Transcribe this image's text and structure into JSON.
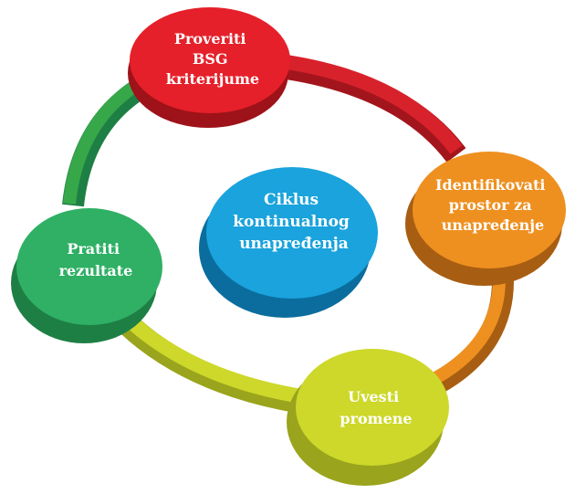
{
  "center": {
    "lines": [
      "Ciklus",
      "kontinualnog",
      "unapređenja"
    ],
    "color": "#1aa3dc"
  },
  "steps": [
    {
      "lines": [
        "Proveriti",
        "BSG",
        "kriterijume"
      ],
      "color": "#e5202a"
    },
    {
      "lines": [
        "Identifikovati",
        "prostor za",
        "unapređenje"
      ],
      "color": "#ee9020"
    },
    {
      "lines": [
        "Uvesti",
        "promene"
      ],
      "color": "#cdd82a"
    },
    {
      "lines": [
        "Pratiti",
        "rezultate"
      ],
      "color": "#2fb065"
    }
  ]
}
